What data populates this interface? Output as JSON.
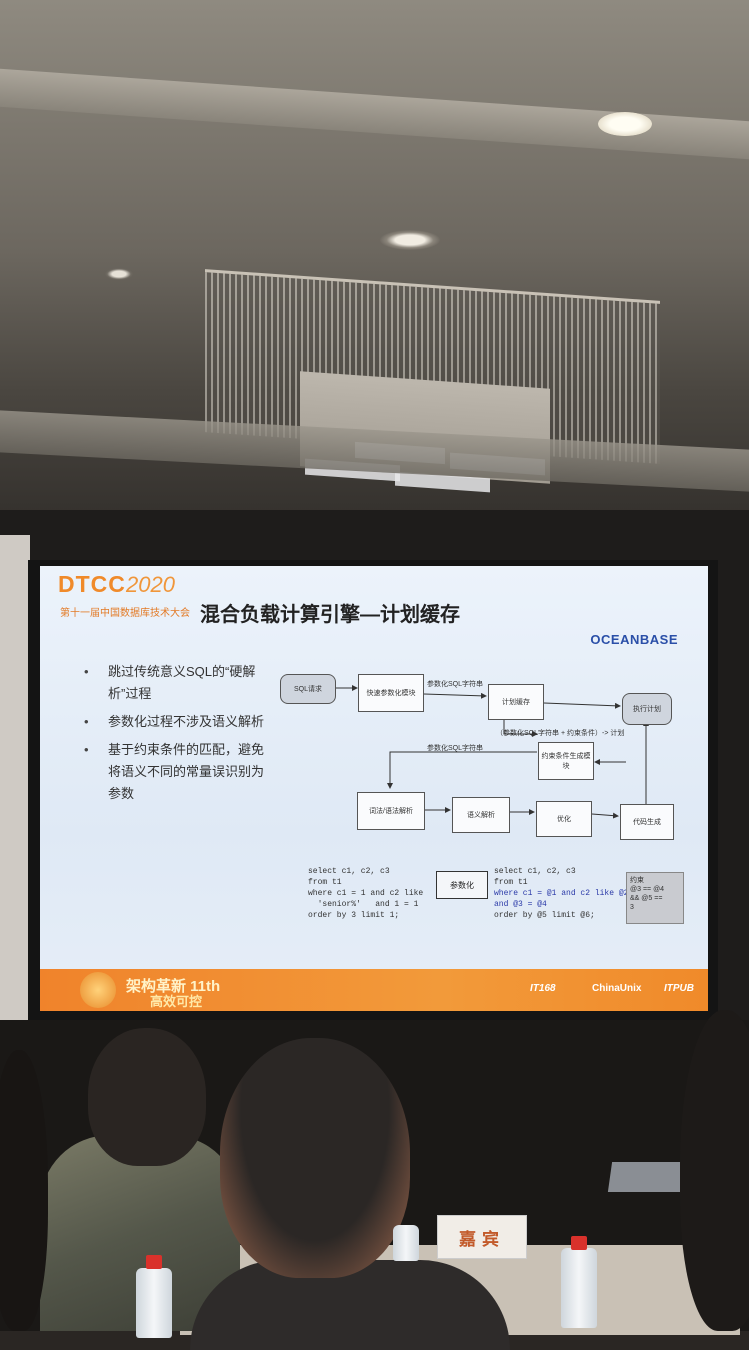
{
  "slide": {
    "logo": {
      "name": "DTCC",
      "year": "2020",
      "subtitle": "第十一届中国数据库技术大会"
    },
    "title": "混合负载计算引擎—计划缓存",
    "brand": "OCEANBASE",
    "bullets": [
      "跳过传统意义SQL的“硬解析”过程",
      "参数化过程不涉及语义解析",
      "基于约束条件的匹配，避免将语义不同的常量误识别为参数"
    ],
    "diagram": {
      "sql_request": "SQL请求",
      "fast_param": "快速参数化模块",
      "plan_cache": "计划缓存",
      "exec_plan": "执行计划",
      "constraint_gen": "约束条件生成模块",
      "lexer_parser": "词法/语法解析",
      "semantic": "语义解析",
      "optimize": "优化",
      "codegen": "代码生成",
      "label_param_sql_1": "参数化SQL字符串",
      "label_param_sql_2": "参数化SQL字符串",
      "label_lookup": "（参数化SQL字符串 + 约束条件）-> 计划"
    },
    "code_left": [
      "select c1, c2, c3",
      "from t1",
      "where c1 = 1 and c2 like",
      "  'senior%'   and 1 = 1",
      "order by 3 limit 1;"
    ],
    "param_arrow": "参数化",
    "code_right": [
      "select c1, c2, c3",
      "from t1",
      "where c1 = @1 and c2 like @2",
      "and @3 = @4",
      "order by @5 limit @6;"
    ],
    "constraint_box": [
      "约束",
      "@3 == @4",
      "&& @5 ==",
      "3"
    ],
    "footer": {
      "slogan_line1": "架构革新 11th",
      "slogan_line2": "高效可控",
      "sponsors": [
        "IT168",
        "ChinaUnix",
        "ITPUB"
      ]
    }
  },
  "scene": {
    "nameplate": "嘉宾"
  },
  "colors": {
    "slide_accent": "#f08a2a",
    "brand_blue": "#2a4fa8",
    "slide_bg": "#e6eef8",
    "bottle_cap": "#d9312b"
  }
}
